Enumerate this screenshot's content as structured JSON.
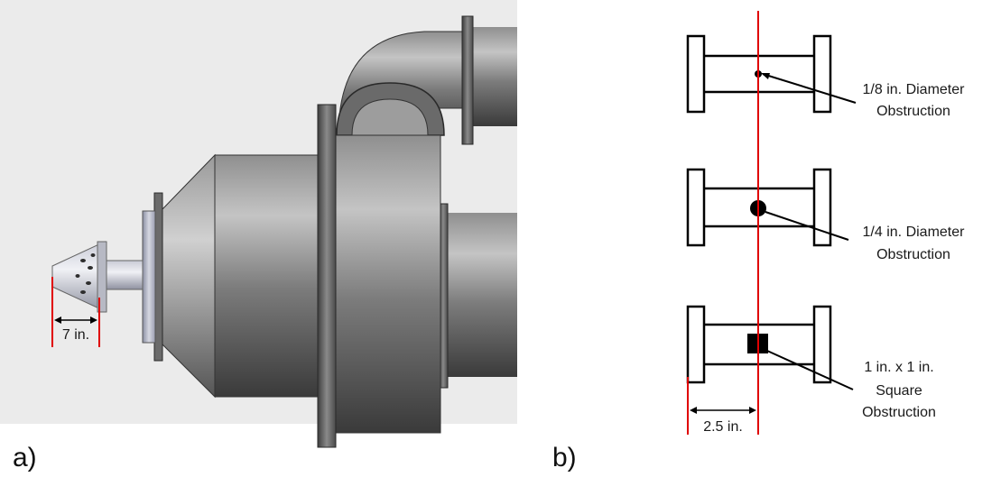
{
  "panel_a": {
    "label": "a)",
    "dimension": "7 in."
  },
  "panel_b": {
    "label": "b)",
    "obstructions": [
      {
        "line1": "1/8 in. Diameter",
        "line2": "Obstruction"
      },
      {
        "line1": "1/4 in. Diameter",
        "line2": "Obstruction"
      },
      {
        "line1": "1 in. x 1 in.",
        "line2": "Square",
        "line3": "Obstruction"
      }
    ],
    "dimension": "2.5 in."
  },
  "colors": {
    "annotation_red": "#e00000",
    "metal_dark": "#5a5a5a",
    "metal_light": "#bdbdbd",
    "background_a": "#ebebeb"
  }
}
